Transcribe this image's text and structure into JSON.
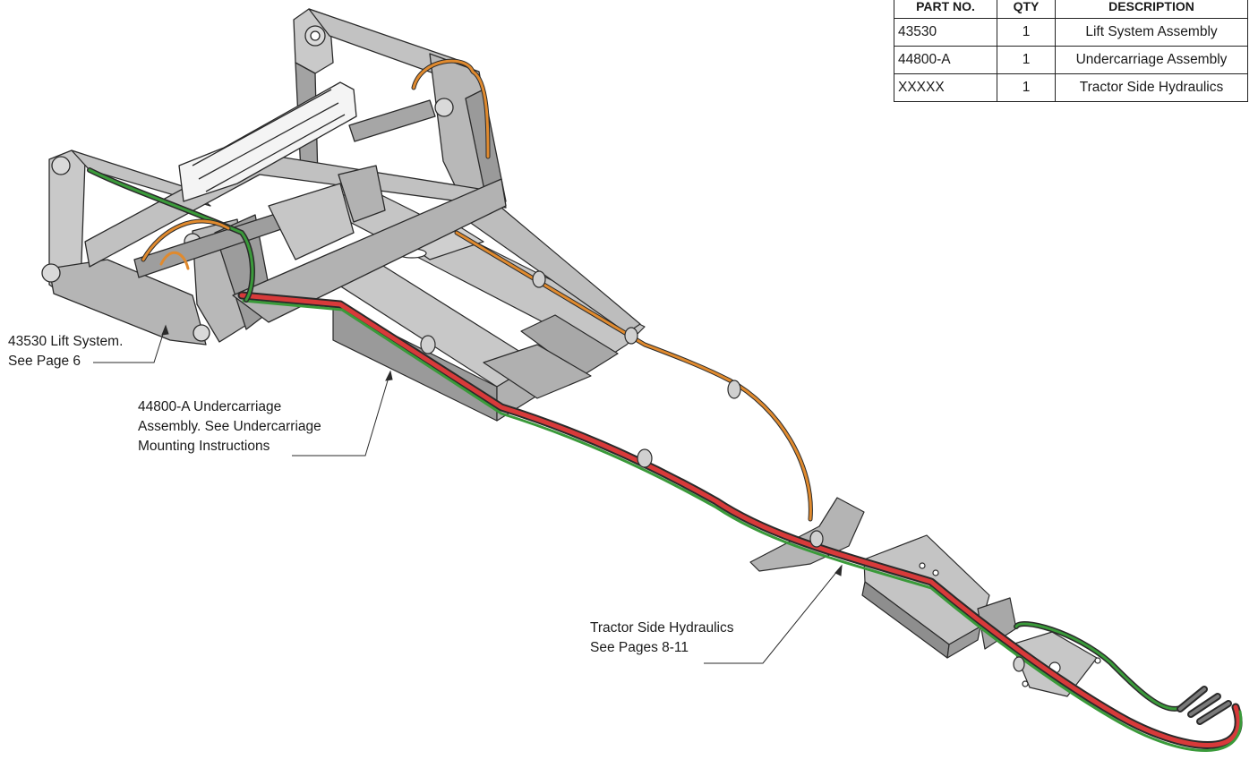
{
  "parts_table": {
    "headers": [
      "PART NO.",
      "QTY",
      "DESCRIPTION"
    ],
    "rows": [
      {
        "part_no": "43530",
        "qty": "1",
        "description": "Lift System Assembly"
      },
      {
        "part_no": "44800-A",
        "qty": "1",
        "description": "Undercarriage Assembly"
      },
      {
        "part_no": "XXXXX",
        "qty": "1",
        "description": "Tractor Side Hydraulics"
      }
    ]
  },
  "callouts": {
    "lift_system": {
      "line1": "43530 Lift System.",
      "line2": "See Page 6"
    },
    "undercarriage": {
      "line1": "44800-A Undercarriage",
      "line2": "Assembly.  See Undercarriage",
      "line3": "Mounting Instructions"
    },
    "tractor_hydraulics": {
      "line1": "Tractor Side Hydraulics",
      "line2": "See Pages 8-11"
    }
  },
  "colors": {
    "frame": "#b9b9b9",
    "frame_dark": "#8e8e8e",
    "frame_light": "#dcdcdc",
    "hose_orange": "#e08a2e",
    "hose_red": "#d83a3a",
    "hose_green": "#3a9a3a",
    "outline": "#2a2a2a"
  }
}
